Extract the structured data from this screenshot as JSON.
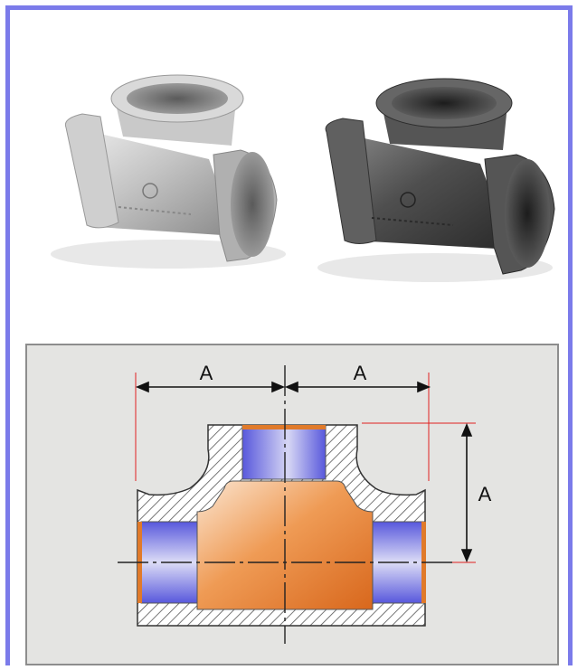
{
  "diagram": {
    "dimension_labels": [
      "A",
      "A",
      "A"
    ]
  },
  "colors": {
    "frame_border": "#7b7bea",
    "panel_background": "#e4e4e2",
    "thread_blue": "#5a5ae0",
    "body_orange": "#e07a2a",
    "reference_line": "#e02020"
  },
  "photos": [
    {
      "finish": "galvanized",
      "color": "#b9b9b9"
    },
    {
      "finish": "black",
      "color": "#4a4a4a"
    }
  ]
}
